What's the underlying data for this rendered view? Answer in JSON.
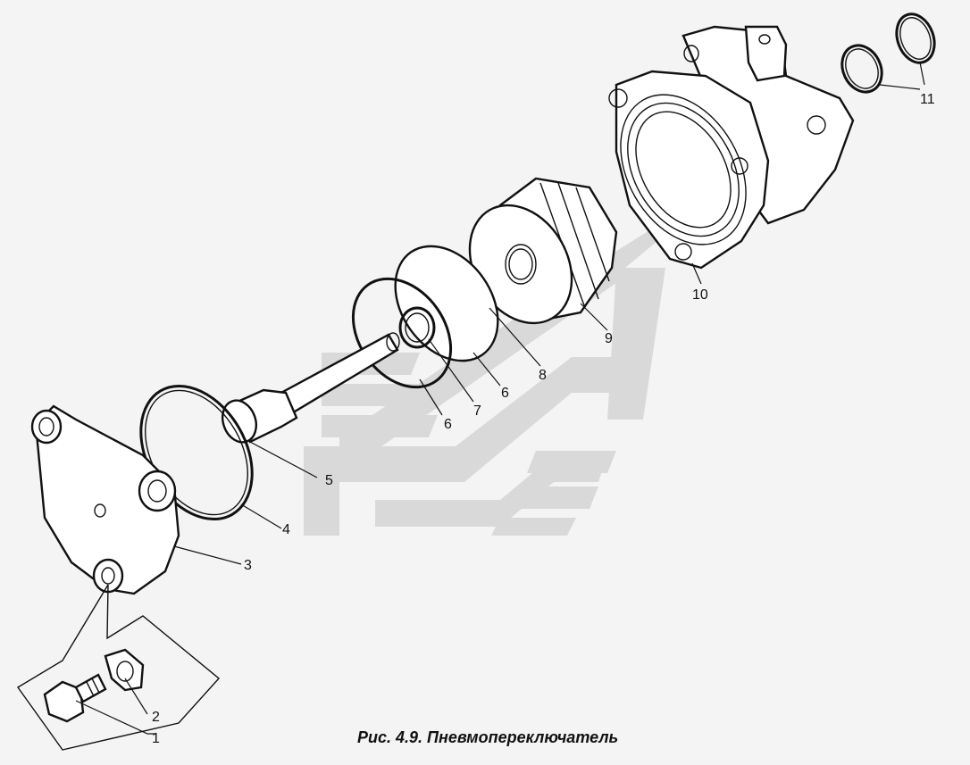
{
  "caption": "Рис. 4.9. Пневмопереключатель",
  "callouts": [
    {
      "id": "1",
      "text": "1"
    },
    {
      "id": "2",
      "text": "2"
    },
    {
      "id": "3",
      "text": "3"
    },
    {
      "id": "4",
      "text": "4"
    },
    {
      "id": "5",
      "text": "5"
    },
    {
      "id": "6a",
      "text": "6"
    },
    {
      "id": "6b",
      "text": "6"
    },
    {
      "id": "7",
      "text": "7"
    },
    {
      "id": "8",
      "text": "8"
    },
    {
      "id": "9",
      "text": "9"
    },
    {
      "id": "10",
      "text": "10"
    },
    {
      "id": "11",
      "text": "11"
    }
  ],
  "colors": {
    "background": "#f4f4f4",
    "line": "#111111",
    "watermark": "#d9d9d9"
  }
}
